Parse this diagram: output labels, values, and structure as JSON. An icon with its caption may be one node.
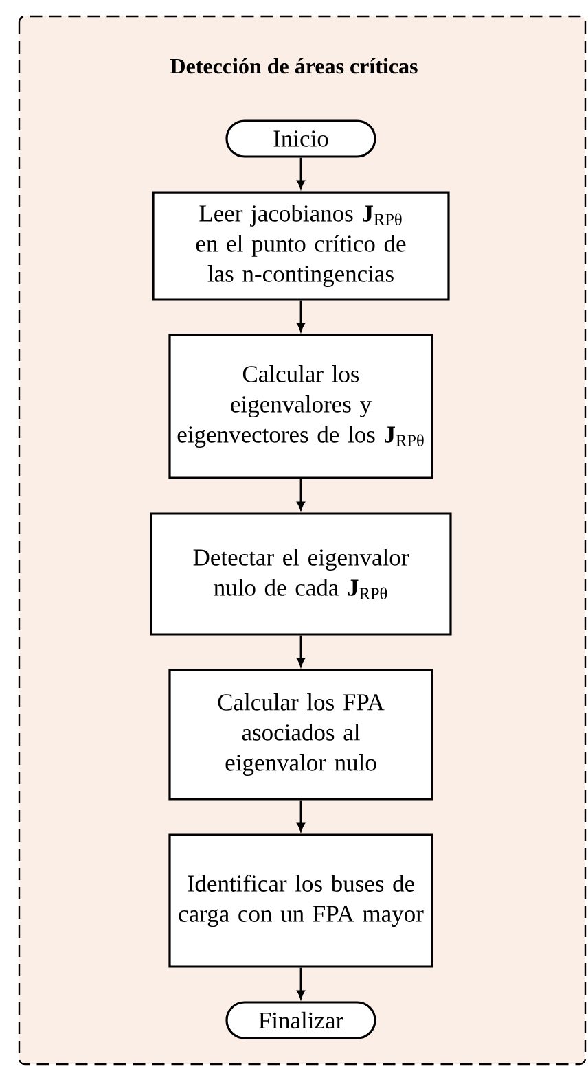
{
  "diagram": {
    "title": "Detección de áreas críticas",
    "nodes": [
      {
        "text": [
          "Inicio"
        ]
      },
      {
        "text": [
          "Leer jacobianos **J**$_{RPθ}$ en el punto crítico de las n-contingencias"
        ]
      },
      {
        "text": [
          "Calcular los eigenvalores y eigenvectores de los **J**$_{RPθ}$"
        ]
      },
      {
        "text": [
          "Detectar el eigenvalor nulo de cada **J**$_{RPθ}$"
        ]
      },
      {
        "text": [
          "Calcular los FPA asociados al eigenvalor nulo"
        ]
      },
      {
        "text": [
          "Identificar los buses de carga con un FPA mayor"
        ]
      },
      {
        "text": [
          "Finalizar"
        ]
      }
    ],
    "edges": [
      {
        "from": 0,
        "to": 1,
        "arrow": "to"
      },
      {
        "from": 1,
        "to": 2,
        "arrow": "to"
      },
      {
        "from": 2,
        "to": 3,
        "arrow": "to"
      },
      {
        "from": 3,
        "to": 4,
        "arrow": "to"
      },
      {
        "from": 4,
        "to": 5,
        "arrow": "to"
      },
      {
        "from": 5,
        "to": 6,
        "arrow": "to"
      }
    ]
  }
}
